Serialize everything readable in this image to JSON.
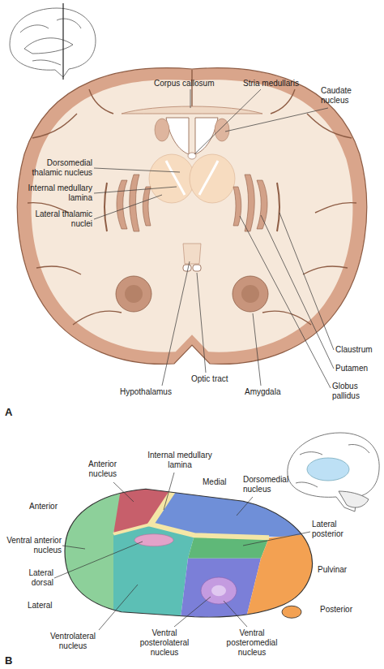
{
  "diagram": {
    "labels": [
      "Corpus callosum",
      "Stria medullaris",
      "Caudate nucleus",
      "Dorsomedial thalamic nucleus",
      "Internal medullary lamina",
      "Lateral thalamic nuclei",
      "Claustrum",
      "Putamen",
      "Globus pallidus",
      "Optic tract",
      "Hypothalamus",
      "Amygdala",
      "A",
      "Anterior nucleus",
      "Internal medullary lamina",
      "Medial",
      "Dorsomedial nucleus",
      "Anterior",
      "Lateral posterior",
      "Ventral anterior nucleus",
      "Pulvinar",
      "Lateral dorsal",
      "Posterior",
      "Ventrolateral nucleus",
      "Lateral",
      "Ventral posterolateral nucleus",
      "Ventral posteromedial nucleus",
      "B"
    ]
  }
}
